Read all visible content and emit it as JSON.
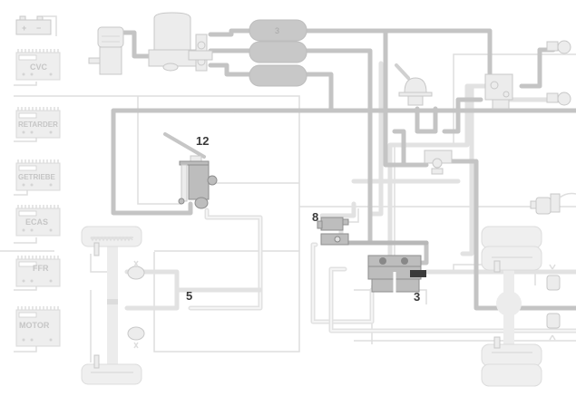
{
  "diagram": {
    "title": "Truck pneumatic brake system schematic",
    "ecus": [
      {
        "id": "cvc",
        "label": "CVC"
      },
      {
        "id": "retarder",
        "label": "RETARDER"
      },
      {
        "id": "getriebe",
        "label": "GETRIEBE"
      },
      {
        "id": "ecas",
        "label": "ECAS"
      },
      {
        "id": "ffr",
        "label": "FFR"
      },
      {
        "id": "motor",
        "label": "MOTOR"
      }
    ],
    "battery": {
      "plus": "+",
      "minus": "−"
    },
    "tanks": [
      {
        "id": "tank-top",
        "label": "3"
      },
      {
        "id": "tank-middle",
        "label": "·"
      },
      {
        "id": "tank-bottom",
        "label": "·"
      }
    ],
    "callouts": [
      {
        "id": "foot-brake-valve",
        "label": "12"
      },
      {
        "id": "trailer-control-module",
        "label": "8"
      },
      {
        "id": "front-axle-circuit",
        "label": "5"
      },
      {
        "id": "ebs-modulator",
        "label": "3"
      }
    ],
    "colors": {
      "pipe_supply": "#c4c4c4",
      "pipe_control": "#e2e2e2",
      "highlight_component": "#8e8e8e",
      "callout_text": "#3a3a3a",
      "ecu_text": "#c6c6c6"
    }
  }
}
